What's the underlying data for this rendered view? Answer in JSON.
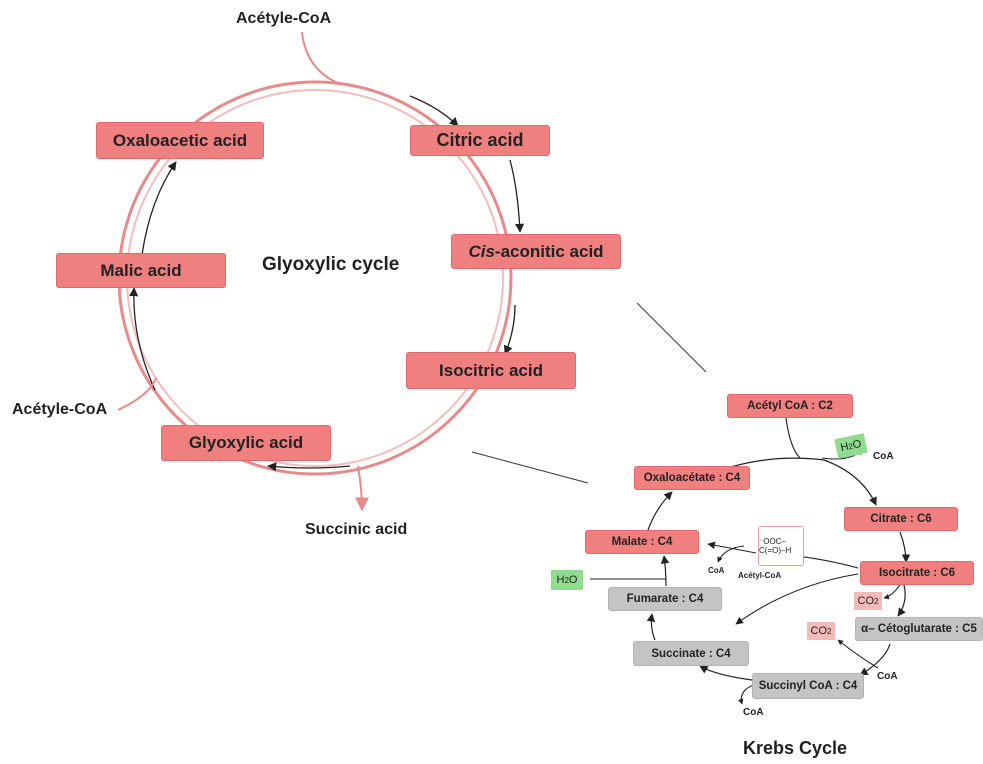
{
  "glyoxylic": {
    "title": "Glyoxylic cycle",
    "inputs": {
      "acetyl_top": "Acétyle-CoA",
      "acetyl_left": "Acétyle-CoA"
    },
    "output": "Succinic acid",
    "nodes": {
      "oxaloacetic": "Oxaloacetic acid",
      "citric": "Citric acid",
      "cis_prefix": "Cis",
      "cis_suffix": "-aconitic acid",
      "isocitric": "Isocitric acid",
      "glyoxylic": "Glyoxylic acid",
      "malic": "Malic acid"
    },
    "colors": {
      "node_fill": "#f07f7f",
      "ring": "#e88a8a"
    }
  },
  "krebs": {
    "title": "Krebs Cycle",
    "nodes": {
      "acetyl": "Acétyl CoA : C2",
      "oxaloacetate": "Oxaloacétate : C4",
      "citrate": "Citrate : C6",
      "isocitrate": "Isocitrate : C6",
      "ketoglutarate": "α– Cétoglutarate : C5",
      "succinyl": "Succinyl CoA : C4",
      "succinate": "Succinate : C4",
      "fumarate": "Fumarate : C4",
      "malate": "Malate : C4"
    },
    "side": {
      "h2o_top": "H",
      "h2o_top_sub": "2",
      "h2o_top_end": "O",
      "coa_top": "CoA",
      "co2_a": "CO",
      "co2_a_sub": "2",
      "co2_b": "CO",
      "co2_b_sub": "2",
      "coa_kg": "CoA",
      "coa_succ": "CoA",
      "h2o_left": "H",
      "h2o_left_sub": "2",
      "h2o_left_end": "O",
      "coa_malate": "CoA",
      "acetyl_coa_small": "Acétyl-CoA",
      "glyoxylate_struct": "⁻OOC–C(=O)–H"
    },
    "colors": {
      "red": "#f07f7f",
      "grey": "#c4c4c4",
      "green": "#8fdc8f",
      "pink": "#f6b9b9"
    }
  }
}
